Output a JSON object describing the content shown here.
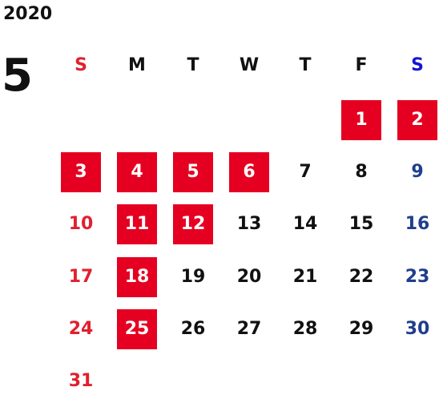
{
  "calendar": {
    "year": "2020",
    "month": "5",
    "weekdays": [
      "S",
      "M",
      "T",
      "W",
      "T",
      "F",
      "S"
    ],
    "first_weekday_index": 5,
    "dates": [
      "1",
      "2",
      "3",
      "4",
      "5",
      "6",
      "7",
      "8",
      "9",
      "10",
      "11",
      "12",
      "13",
      "14",
      "15",
      "16",
      "17",
      "18",
      "19",
      "20",
      "21",
      "22",
      "23",
      "24",
      "25",
      "26",
      "27",
      "28",
      "29",
      "30",
      "31"
    ],
    "highlighted_dates": [
      "1",
      "2",
      "3",
      "4",
      "5",
      "6",
      "11",
      "12",
      "18",
      "25"
    ]
  },
  "colors": {
    "sunday": "#e0202e",
    "saturday": "#1f3e8c",
    "saturday_header": "#1515d4",
    "weekday": "#111111",
    "highlight_bg": "#e50021",
    "highlight_text": "#ffffff"
  }
}
